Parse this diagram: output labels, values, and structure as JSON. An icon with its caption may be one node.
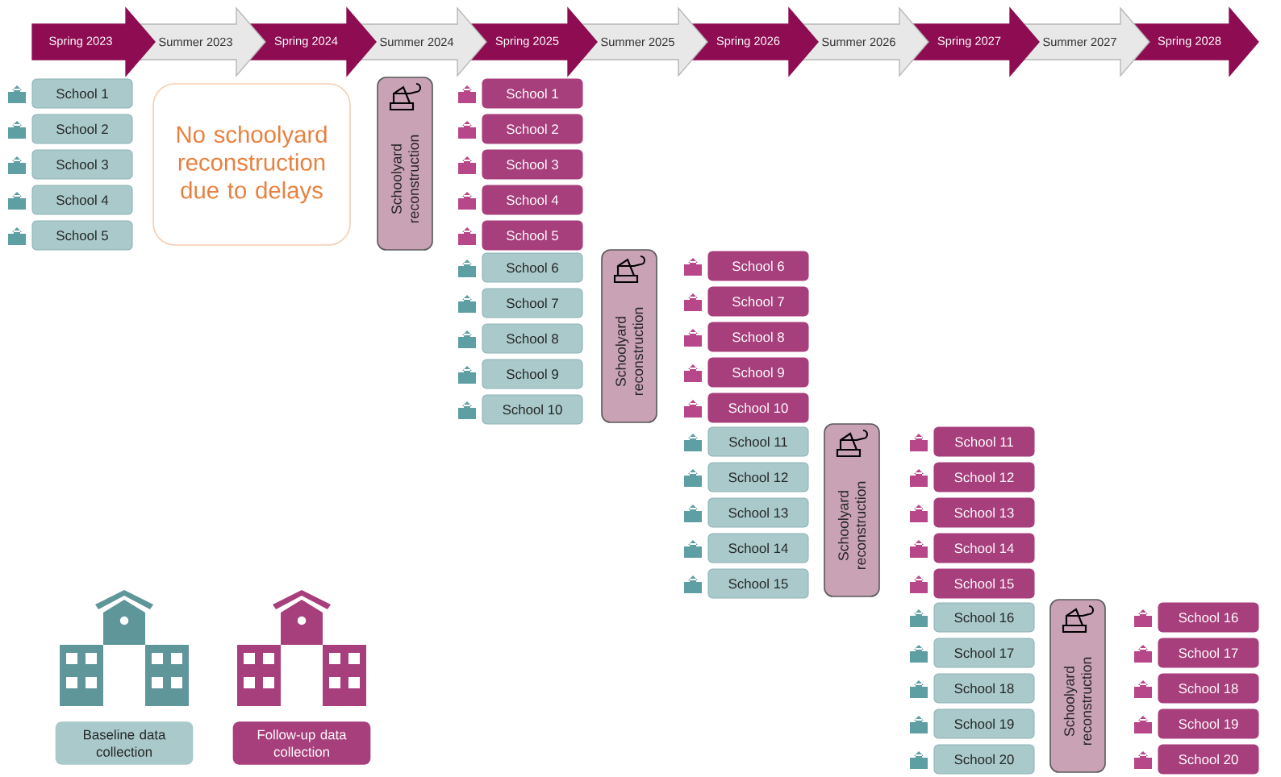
{
  "diagram": {
    "nodes": [
      {
        "text": [
          "Spring 2023"
        ]
      },
      {
        "text": [
          "Summer 2023"
        ]
      },
      {
        "text": [
          "Spring 2024"
        ]
      },
      {
        "text": [
          "Summer 2024"
        ]
      },
      {
        "text": [
          "Spring 2025"
        ]
      },
      {
        "text": [
          "Summer 2025"
        ]
      },
      {
        "text": [
          "Spring 2026"
        ]
      },
      {
        "text": [
          "Summer 2026"
        ]
      },
      {
        "text": [
          "Spring 2027"
        ]
      },
      {
        "text": [
          "Summer 2027"
        ]
      },
      {
        "text": [
          "Spring 2028"
        ]
      },
      {
        "text": [
          "School 1"
        ]
      },
      {
        "text": [
          "School 2"
        ]
      },
      {
        "text": [
          "School 3"
        ]
      },
      {
        "text": [
          "School 4"
        ]
      },
      {
        "text": [
          "School 5"
        ]
      },
      {
        "text": [
          "No schoolyard reconstruction due to delays"
        ]
      },
      {
        "text": [
          "Schoolyard reconstruction"
        ]
      },
      {
        "text": [
          "School 1"
        ]
      },
      {
        "text": [
          "School 2"
        ]
      },
      {
        "text": [
          "School 3"
        ]
      },
      {
        "text": [
          "School 4"
        ]
      },
      {
        "text": [
          "School 5"
        ]
      },
      {
        "text": [
          "School 6"
        ]
      },
      {
        "text": [
          "School 7"
        ]
      },
      {
        "text": [
          "School 8"
        ]
      },
      {
        "text": [
          "School 9"
        ]
      },
      {
        "text": [
          "School 10"
        ]
      },
      {
        "text": [
          "Schoolyard reconstruction"
        ]
      },
      {
        "text": [
          "School 6"
        ]
      },
      {
        "text": [
          "School 7"
        ]
      },
      {
        "text": [
          "School 8"
        ]
      },
      {
        "text": [
          "School 9"
        ]
      },
      {
        "text": [
          "School 10"
        ]
      },
      {
        "text": [
          "School 11"
        ]
      },
      {
        "text": [
          "School 12"
        ]
      },
      {
        "text": [
          "School 13"
        ]
      },
      {
        "text": [
          "School 14"
        ]
      },
      {
        "text": [
          "School 15"
        ]
      },
      {
        "text": [
          "Schoolyard reconstruction"
        ]
      },
      {
        "text": [
          "School 11"
        ]
      },
      {
        "text": [
          "School 12"
        ]
      },
      {
        "text": [
          "School 13"
        ]
      },
      {
        "text": [
          "School 14"
        ]
      },
      {
        "text": [
          "School 15"
        ]
      },
      {
        "text": [
          "School 16"
        ]
      },
      {
        "text": [
          "School 17"
        ]
      },
      {
        "text": [
          "School 18"
        ]
      },
      {
        "text": [
          "School 19"
        ]
      },
      {
        "text": [
          "School 20"
        ]
      },
      {
        "text": [
          "Schoolyard reconstruction"
        ]
      },
      {
        "text": [
          "School 16"
        ]
      },
      {
        "text": [
          "School 17"
        ]
      },
      {
        "text": [
          "School 18"
        ]
      },
      {
        "text": [
          "School 19"
        ]
      },
      {
        "text": [
          "School 20"
        ]
      }
    ],
    "legend": [
      {
        "text": "Baseline data collection",
        "color": "#a9c9cb"
      },
      {
        "text": "Follow-up data collection",
        "color": "#a83f7d"
      }
    ]
  }
}
